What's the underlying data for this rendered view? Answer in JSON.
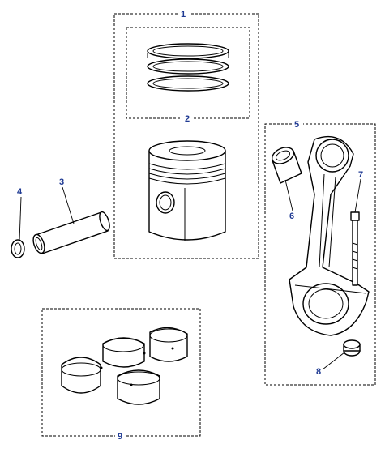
{
  "callouts": {
    "c1": "1",
    "c2": "2",
    "c3": "3",
    "c4": "4",
    "c5": "5",
    "c6": "6",
    "c7": "7",
    "c8": "8",
    "c9": "9"
  },
  "colors": {
    "callout_text": "#1f3a93",
    "line": "#000000",
    "background": "#ffffff"
  }
}
